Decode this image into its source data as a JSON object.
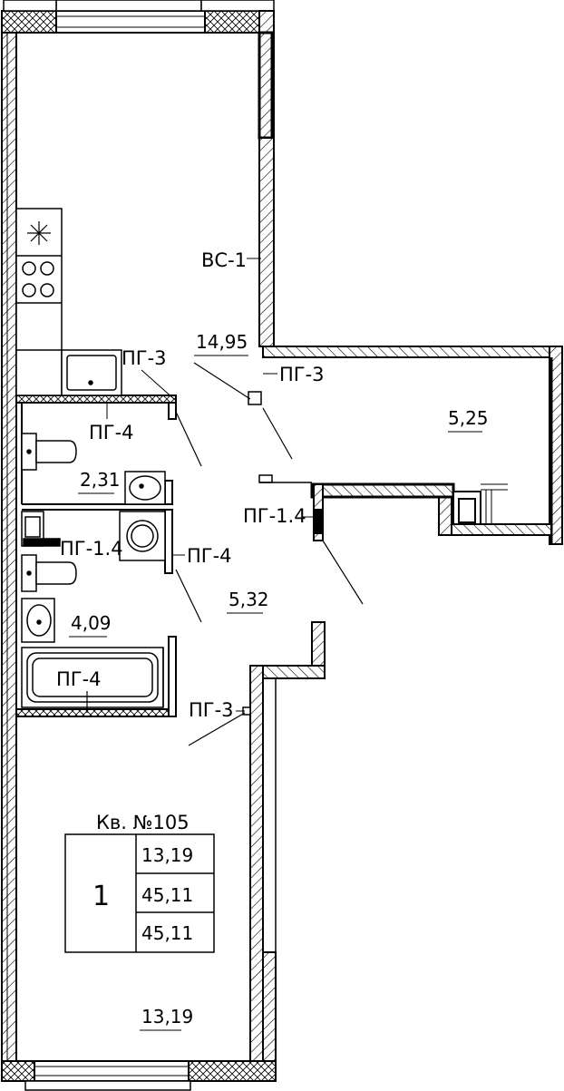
{
  "plan": {
    "apartment_title": "Кв. №105",
    "room_count": "1",
    "summary": [
      "13,19",
      "45,11",
      "45,11"
    ],
    "areas": {
      "kitchen": "14,95",
      "balcony": "5,25",
      "bathroom": "2,31",
      "toilet": "4,09",
      "hall": "5,32",
      "living_room": "13,19"
    },
    "labels": {
      "wall_bc1": "ВС-1",
      "pg3_kitchen": "ПГ-3",
      "pg3_balcony": "ПГ-3",
      "pg3_hall": "ПГ-3",
      "pg4_bath": "ПГ-4",
      "pg4_hall": "ПГ-4",
      "pg4_tub": "ПГ-4",
      "pg14_left": "ПГ-1.4",
      "pg14_right": "ПГ-1.4"
    }
  },
  "colors": {
    "line": "#000000",
    "background": "#ffffff",
    "hatch": "#000000"
  }
}
